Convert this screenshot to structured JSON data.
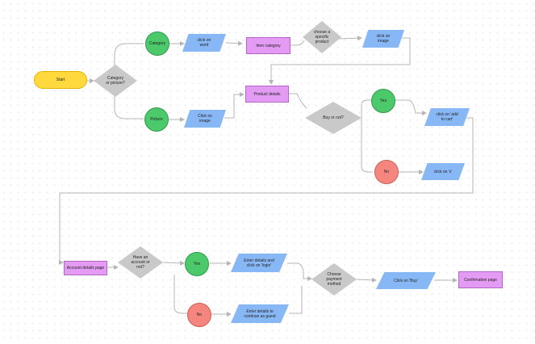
{
  "colors": {
    "start": "#ffd93d",
    "decision": "#c9c9c9",
    "action": "#88b7f5",
    "page": "#e49bf3",
    "yes": "#4cc96a",
    "no": "#f4867f",
    "connector": "#b5b5b5"
  },
  "nodes": {
    "start": "Start",
    "category_or_picture": "Category\nor picture?",
    "category": "Category",
    "picture": "Picture",
    "click_on_word": "click on\nword",
    "click_on_image_1": "Click on\nimage",
    "item_category": "Item category",
    "choose_specific_product": "choose a\nspecific\nproduct",
    "click_on_image_2": "click on\nimage",
    "product_details": "Product details",
    "buy_or_not": "Buy or not?",
    "yes_1": "Yes",
    "no_1": "No",
    "click_add_to_cart": "click on 'add\nto cart'",
    "click_on_x": "click on 'x'",
    "account_details_page": "Account details page",
    "have_account": "Have an\naccount or\nnot?",
    "yes_2": "Yes",
    "no_2": "No",
    "enter_details_login": "Enter details and\nclick on 'login'",
    "enter_details_guest": "Enter details to\ncontinue as guest",
    "choose_payment": "Choose\npayment\nmethod",
    "click_on_buy": "Click on 'Buy'",
    "confirmation_page": "Confirmation page"
  }
}
